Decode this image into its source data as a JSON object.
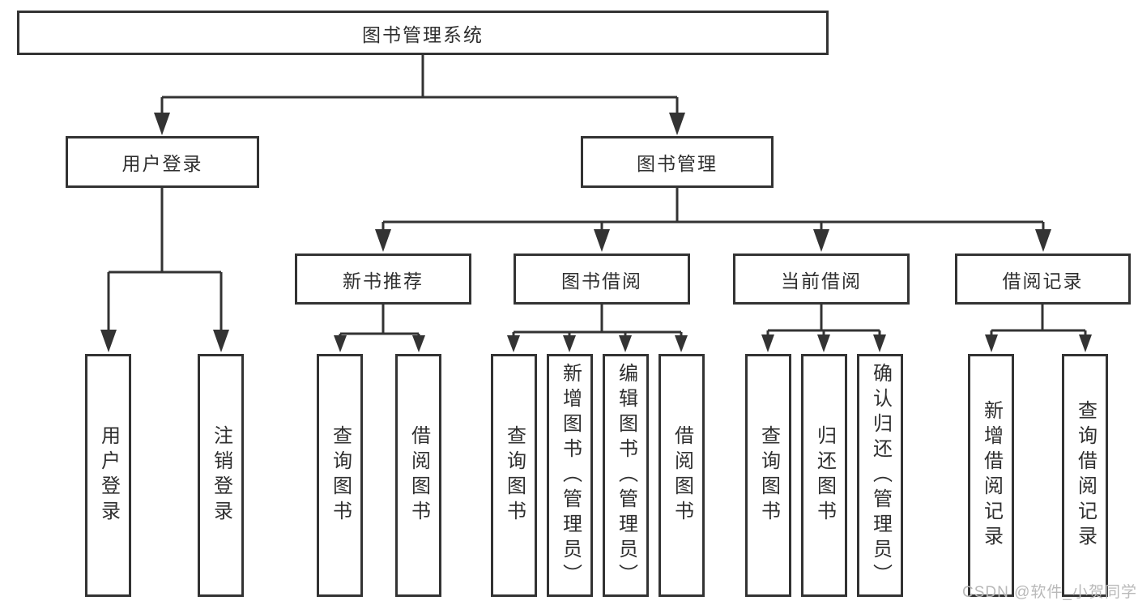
{
  "diagram": {
    "root": {
      "label": "图书管理系统"
    },
    "branches": [
      {
        "label": "用户登录",
        "children": [
          {
            "label": "用户登录"
          },
          {
            "label": "注销登录"
          }
        ]
      },
      {
        "label": "图书管理",
        "children": [
          {
            "label": "新书推荐",
            "children": [
              {
                "label": "查询图书"
              },
              {
                "label": "借阅图书"
              }
            ]
          },
          {
            "label": "图书借阅",
            "children": [
              {
                "label": "查询图书"
              },
              {
                "label": "新增图书（管理员）"
              },
              {
                "label": "编辑图书（管理员）"
              },
              {
                "label": "借阅图书"
              }
            ]
          },
          {
            "label": "当前借阅",
            "children": [
              {
                "label": "查询图书"
              },
              {
                "label": "归还图书"
              },
              {
                "label": "确认归还（管理员）"
              }
            ]
          },
          {
            "label": "借阅记录",
            "children": [
              {
                "label": "新增借阅记录"
              },
              {
                "label": "查询借阅记录"
              }
            ]
          }
        ]
      }
    ]
  },
  "watermark": {
    "text": "CSDN @软件_小贺同学"
  },
  "colors": {
    "line": "#333333",
    "ink": "#2f2f2f",
    "bg": "#ffffff",
    "wm": "#b9b9b9"
  }
}
